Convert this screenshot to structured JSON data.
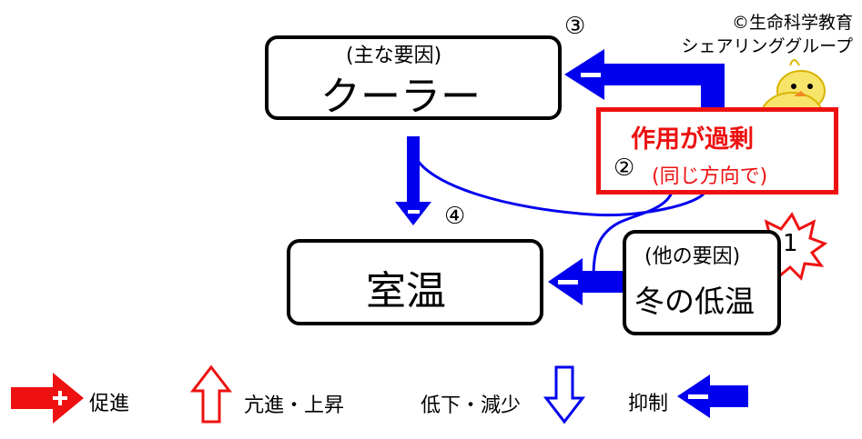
{
  "copyright": {
    "line1": "©生命科学教育",
    "line2": "シェアリンググループ"
  },
  "nodes": {
    "cooler": {
      "sub": "(主な要因)",
      "label": "クーラー",
      "step": "③"
    },
    "room_temp": {
      "label": "室温",
      "step": "④"
    },
    "overeffect": {
      "title": "作用が過剰",
      "step": "②",
      "note": "(同じ方向で)"
    },
    "winter": {
      "sub": "(他の要因)",
      "label": "冬の低温",
      "badge": "1"
    }
  },
  "legend": {
    "promote": "促進",
    "increase": "亢進・上昇",
    "decrease": "低下・減少",
    "inhibit": "抑制"
  },
  "colors": {
    "red": "#ee1111",
    "blue": "#0000ee",
    "black": "#000000"
  }
}
